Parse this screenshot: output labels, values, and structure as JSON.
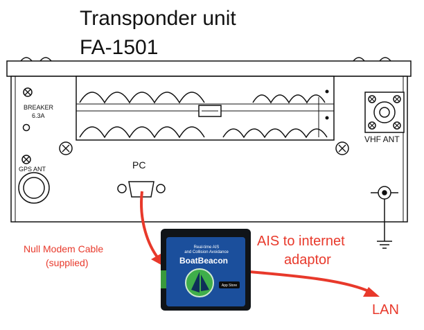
{
  "title_line1": "Transponder unit",
  "title_line2": "FA-1501",
  "labels": {
    "breaker": "BREAKER",
    "breaker_rating": "6.3A",
    "gps_ant": "GPS ANT",
    "pc": "PC",
    "vhf_ant": "VHF ANT"
  },
  "annotations": {
    "null_modem_line1": "Null Modem Cable",
    "null_modem_line2": "(supplied)",
    "ais_line1": "AIS to internet",
    "ais_line2": "adaptor",
    "lan": "LAN"
  },
  "device": {
    "brand": "BoatBeacon",
    "tagline_line1": "Real-time AIS",
    "tagline_line2": "and Collision Avoidance",
    "store_badge": "App Store"
  },
  "colors": {
    "line": "#111111",
    "arrow": "#e8392b",
    "device_blue": "#1b4f9c",
    "device_green": "#3a9a3c"
  }
}
